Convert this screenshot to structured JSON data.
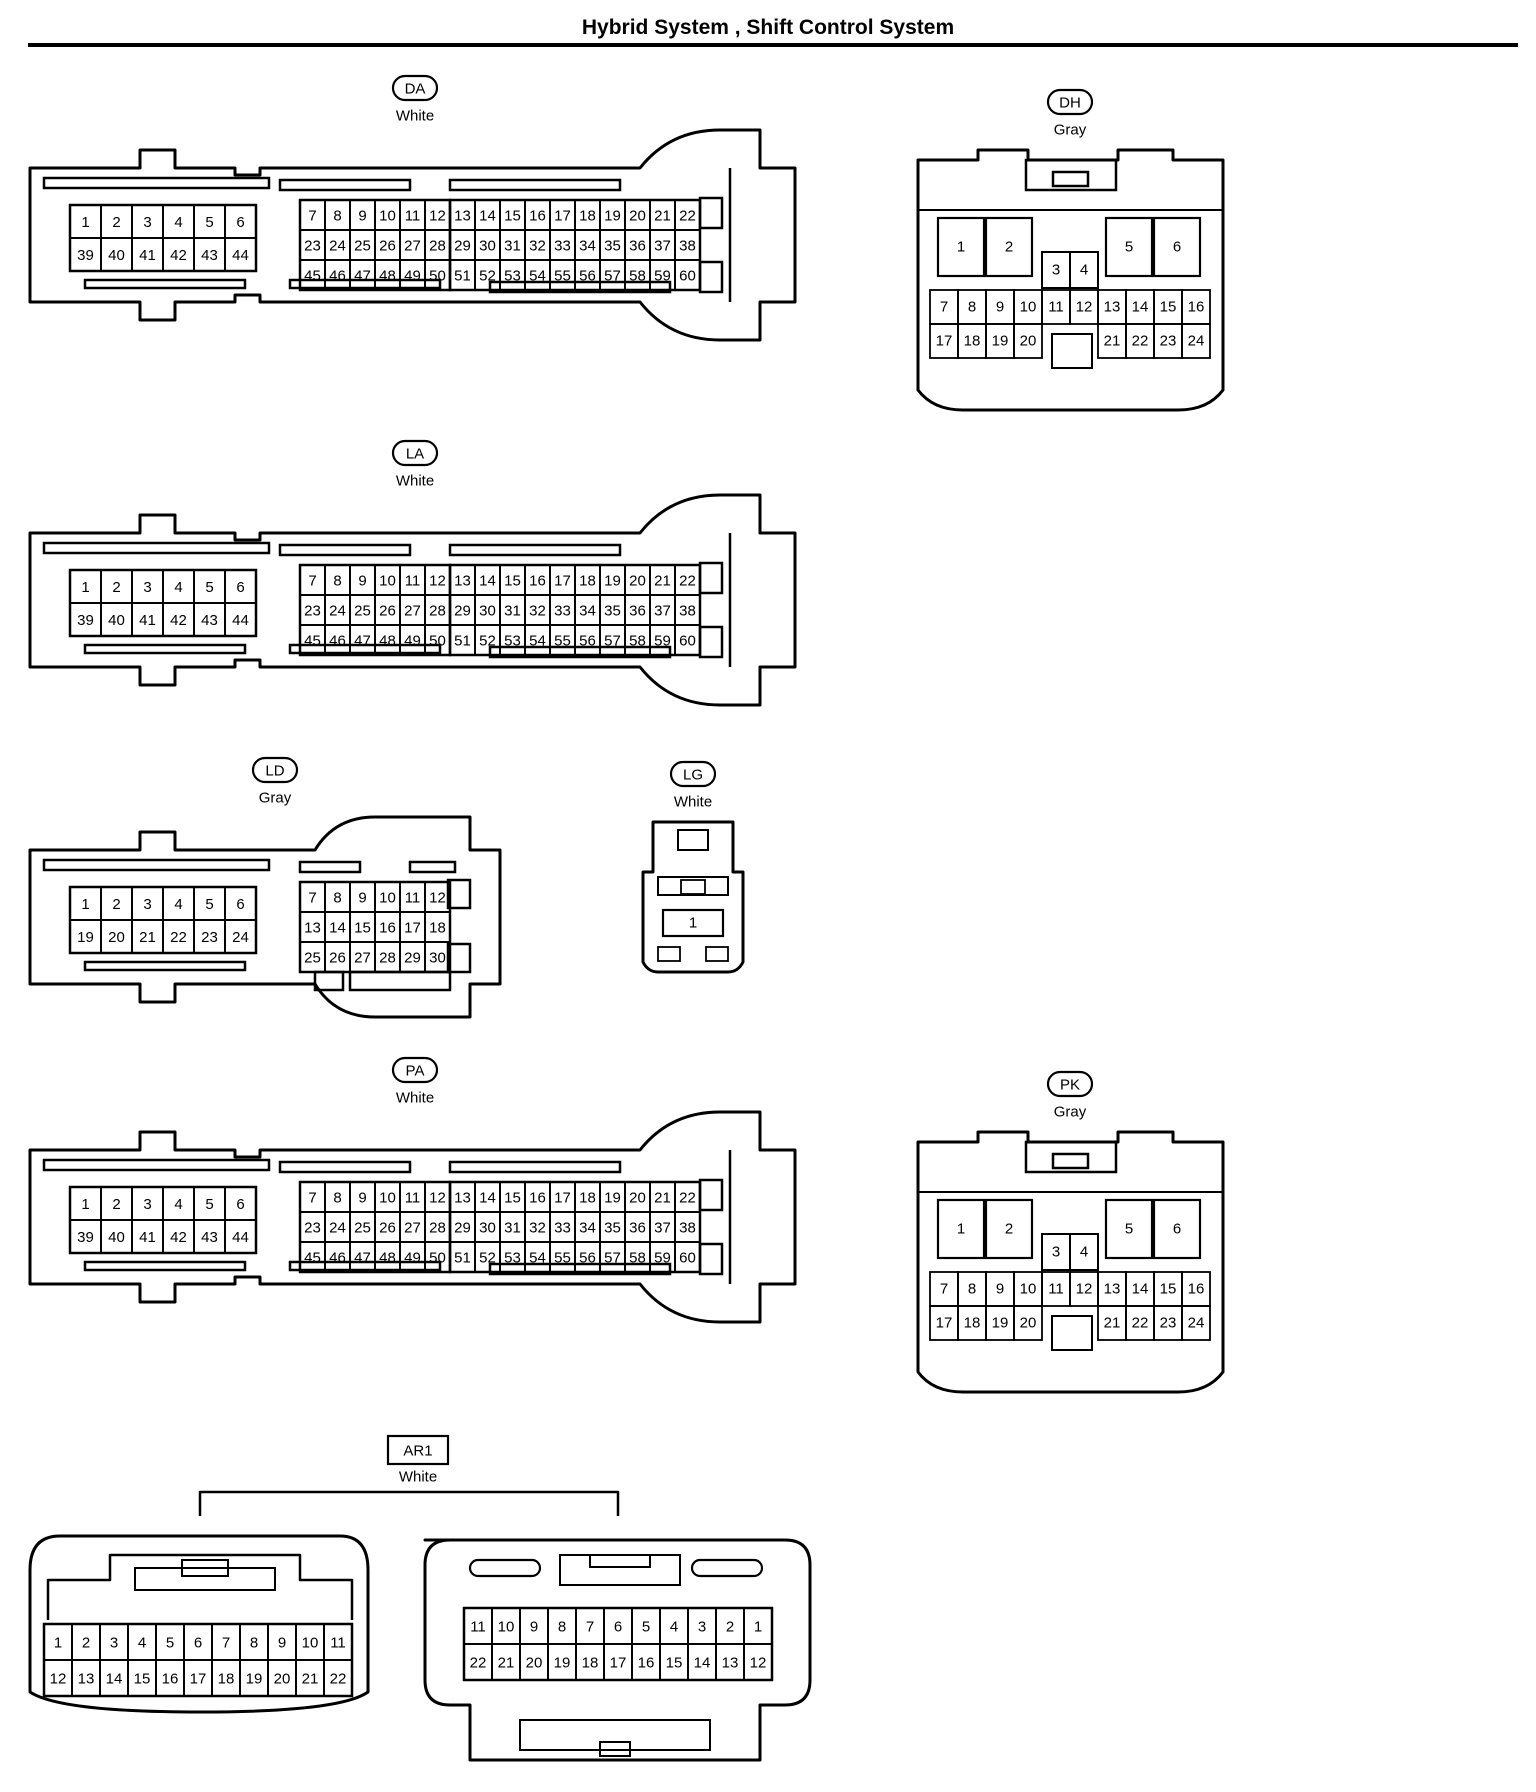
{
  "title": "Hybrid System , Shift Control System",
  "connectors": {
    "DA": {
      "code": "DA",
      "color": "White"
    },
    "DH": {
      "code": "DH",
      "color": "Gray"
    },
    "LA": {
      "code": "LA",
      "color": "White"
    },
    "LD": {
      "code": "LD",
      "color": "Gray"
    },
    "LG": {
      "code": "LG",
      "color": "White"
    },
    "PA": {
      "code": "PA",
      "color": "White"
    },
    "PK": {
      "code": "PK",
      "color": "Gray"
    },
    "AR1": {
      "code": "AR1",
      "color": "White"
    }
  },
  "pinouts": {
    "ecu60": {
      "left": [
        [
          "1",
          "2",
          "3",
          "4",
          "5",
          "6"
        ],
        [
          "39",
          "40",
          "41",
          "42",
          "43",
          "44"
        ]
      ],
      "middle": [
        [
          "7",
          "8",
          "9",
          "10",
          "11",
          "12"
        ],
        [
          "23",
          "24",
          "25",
          "26",
          "27",
          "28"
        ],
        [
          "45",
          "46",
          "47",
          "48",
          "49",
          "50"
        ]
      ],
      "right": [
        [
          "13",
          "14",
          "15",
          "16",
          "17",
          "18",
          "19",
          "20",
          "21",
          "22"
        ],
        [
          "29",
          "30",
          "31",
          "32",
          "33",
          "34",
          "35",
          "36",
          "37",
          "38"
        ],
        [
          "51",
          "52",
          "53",
          "54",
          "55",
          "56",
          "57",
          "58",
          "59",
          "60"
        ]
      ]
    },
    "ecu30": {
      "left": [
        [
          "1",
          "2",
          "3",
          "4",
          "5",
          "6"
        ],
        [
          "19",
          "20",
          "21",
          "22",
          "23",
          "24"
        ]
      ],
      "middle": [
        [
          "7",
          "8",
          "9",
          "10",
          "11",
          "12"
        ],
        [
          "13",
          "14",
          "15",
          "16",
          "17",
          "18"
        ],
        [
          "25",
          "26",
          "27",
          "28",
          "29",
          "30"
        ]
      ]
    },
    "pin24": {
      "big": [
        "1",
        "2",
        "5",
        "6"
      ],
      "small": [
        "3",
        "4"
      ],
      "row1": [
        "7",
        "8",
        "9",
        "10",
        "11",
        "12",
        "13",
        "14",
        "15",
        "16"
      ],
      "row2l": [
        "17",
        "18",
        "19",
        "20"
      ],
      "row2r": [
        "21",
        "22",
        "23",
        "24"
      ]
    },
    "LG": [
      "1"
    ],
    "AR1_male": [
      [
        "1",
        "2",
        "3",
        "4",
        "5",
        "6",
        "7",
        "8",
        "9",
        "10",
        "11"
      ],
      [
        "12",
        "13",
        "14",
        "15",
        "16",
        "17",
        "18",
        "19",
        "20",
        "21",
        "22"
      ]
    ],
    "AR1_female": [
      [
        "11",
        "10",
        "9",
        "8",
        "7",
        "6",
        "5",
        "4",
        "3",
        "2",
        "1"
      ],
      [
        "22",
        "21",
        "20",
        "19",
        "18",
        "17",
        "16",
        "15",
        "14",
        "13",
        "12"
      ]
    ]
  }
}
